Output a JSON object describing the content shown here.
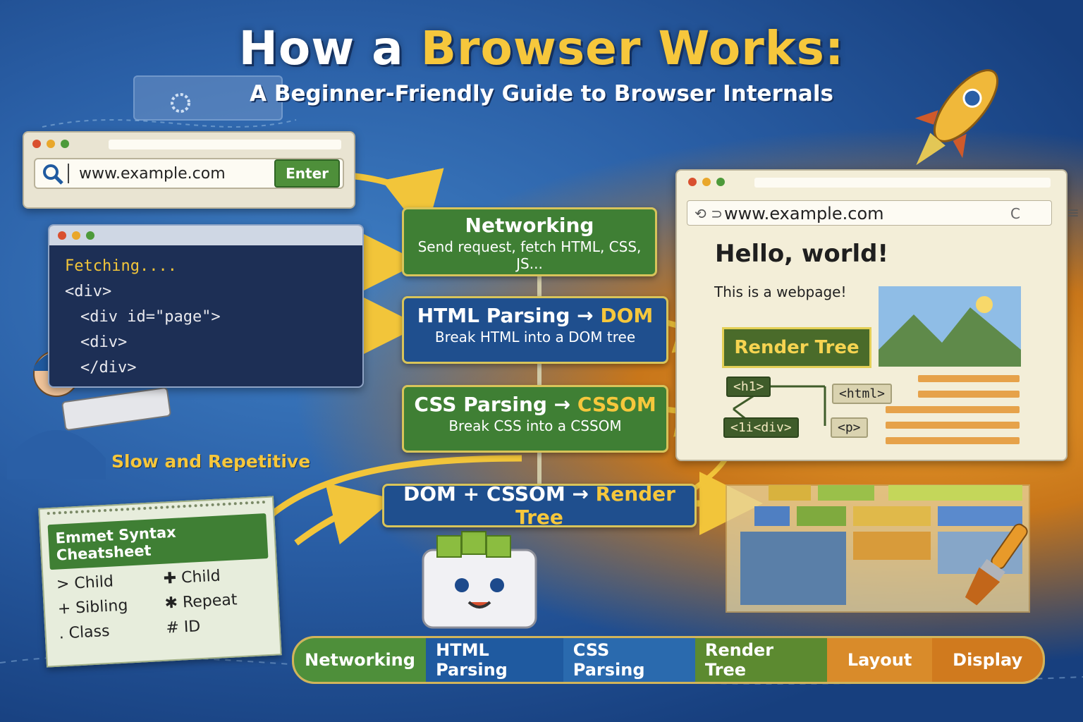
{
  "header": {
    "title_plain": "How a",
    "title_highlight": "Browser Works:",
    "subtitle": "A Beginner-Friendly Guide to Browser Internals"
  },
  "address_window": {
    "url": "www.example.com",
    "enter_label": "Enter"
  },
  "code_window": {
    "lines": [
      "Fetching....",
      "<div>",
      "<div id=\"page\">",
      "<div>",
      "</div>"
    ]
  },
  "character_caption": "Slow and Repetitive",
  "steps": [
    {
      "title": "Networking",
      "desc": "Send request, fetch HTML, CSS, JS..."
    },
    {
      "title": "HTML Parsing →",
      "title_highlight": "DOM",
      "desc": "Break HTML into a DOM tree"
    },
    {
      "title": "CSS Parsing →",
      "title_highlight": "CSSOM",
      "desc": "Break CSS into a CSSOM"
    },
    {
      "title": "DOM + CSSOM →",
      "title_highlight": "Render Tree"
    }
  ],
  "cheatsheet": {
    "title": "Emmet Syntax Cheatsheet",
    "items": [
      "> Child",
      "✚ Child",
      "+ Sibling",
      "✱ Repeat",
      ". Class",
      "# ID"
    ]
  },
  "rendered_page": {
    "url": "www.example.com",
    "heading": "Hello, world!",
    "text": "This is a webpage!",
    "render_tree_label": "Render Tree",
    "tags": [
      "<h1>",
      "<html>",
      "<1i<div>",
      "<p>"
    ]
  },
  "pipeline": [
    {
      "label": "Networking",
      "color": "#4e8f3a"
    },
    {
      "label": "HTML Parsing",
      "color": "#1f5aa0"
    },
    {
      "label": "CSS Parsing",
      "color": "#2a6aae"
    },
    {
      "label": "Render Tree",
      "color": "#5c8a30"
    },
    {
      "label": "Layout",
      "color": "#d98b2a"
    },
    {
      "label": "Display",
      "color": "#d07a1e"
    }
  ]
}
